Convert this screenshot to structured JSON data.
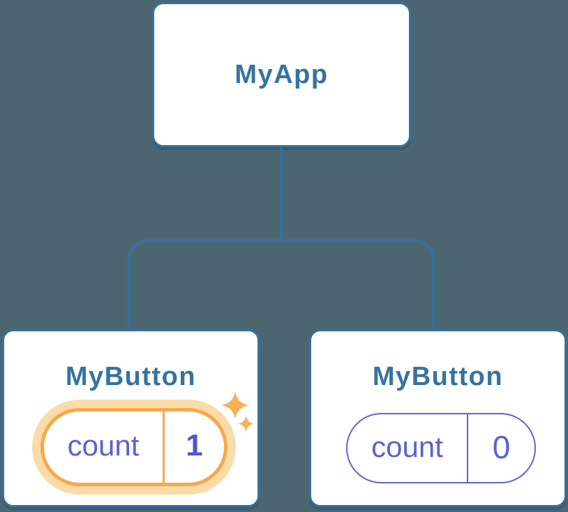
{
  "diagram": {
    "root": {
      "label": "MyApp"
    },
    "children": [
      {
        "label": "MyButton",
        "state": {
          "key": "count",
          "value": "1"
        },
        "highlighted": true
      },
      {
        "label": "MyButton",
        "state": {
          "key": "count",
          "value": "0"
        },
        "highlighted": false
      }
    ]
  },
  "colors": {
    "background": "#4C6671",
    "node_border_blue": "#35719F",
    "node_label_blue": "#36739F",
    "state_text_purple": "#5B62D3",
    "state_value_bold_purple": "#4E56CC",
    "state_pill_border_purple": "#6164D2",
    "highlight_orange": "#F5A94B",
    "highlight_glow_orange": "#FBDCA8",
    "sparkle_orange": "#F6B156"
  },
  "icons": {
    "sparkle_large": "sparkle-icon",
    "sparkle_small": "sparkle-icon"
  }
}
